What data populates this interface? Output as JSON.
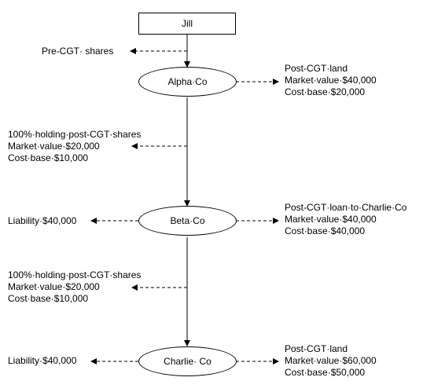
{
  "nodes": {
    "jill": "Jill",
    "alpha": "Alpha·Co",
    "beta": "Beta·Co",
    "charlie": "Charlie· Co"
  },
  "annotations": {
    "pre_cgt": "Pre-CGT· shares",
    "alpha_asset": [
      "Post-CGT·land",
      "Market·value·$40,000",
      "Cost·base·$20,000"
    ],
    "alpha_holding": [
      "100%·holding·post-CGT·shares",
      "Market·value·$20,000",
      "Cost·base·$10,000"
    ],
    "beta_liability": "Liability·$40,000",
    "beta_asset": [
      "Post-CGT·loan·to·Charlie·Co",
      "Market·value·$40,000",
      "Cost·base·$40,000"
    ],
    "beta_holding": [
      "100%·holding·post-CGT·shares",
      "Market·value·$20,000",
      "Cost·base·$10,000"
    ],
    "charlie_liability": "Liability·$40,000",
    "charlie_asset": [
      "Post-CGT·land",
      "Market·value·$60,000",
      "Cost·base·$50,000"
    ]
  }
}
